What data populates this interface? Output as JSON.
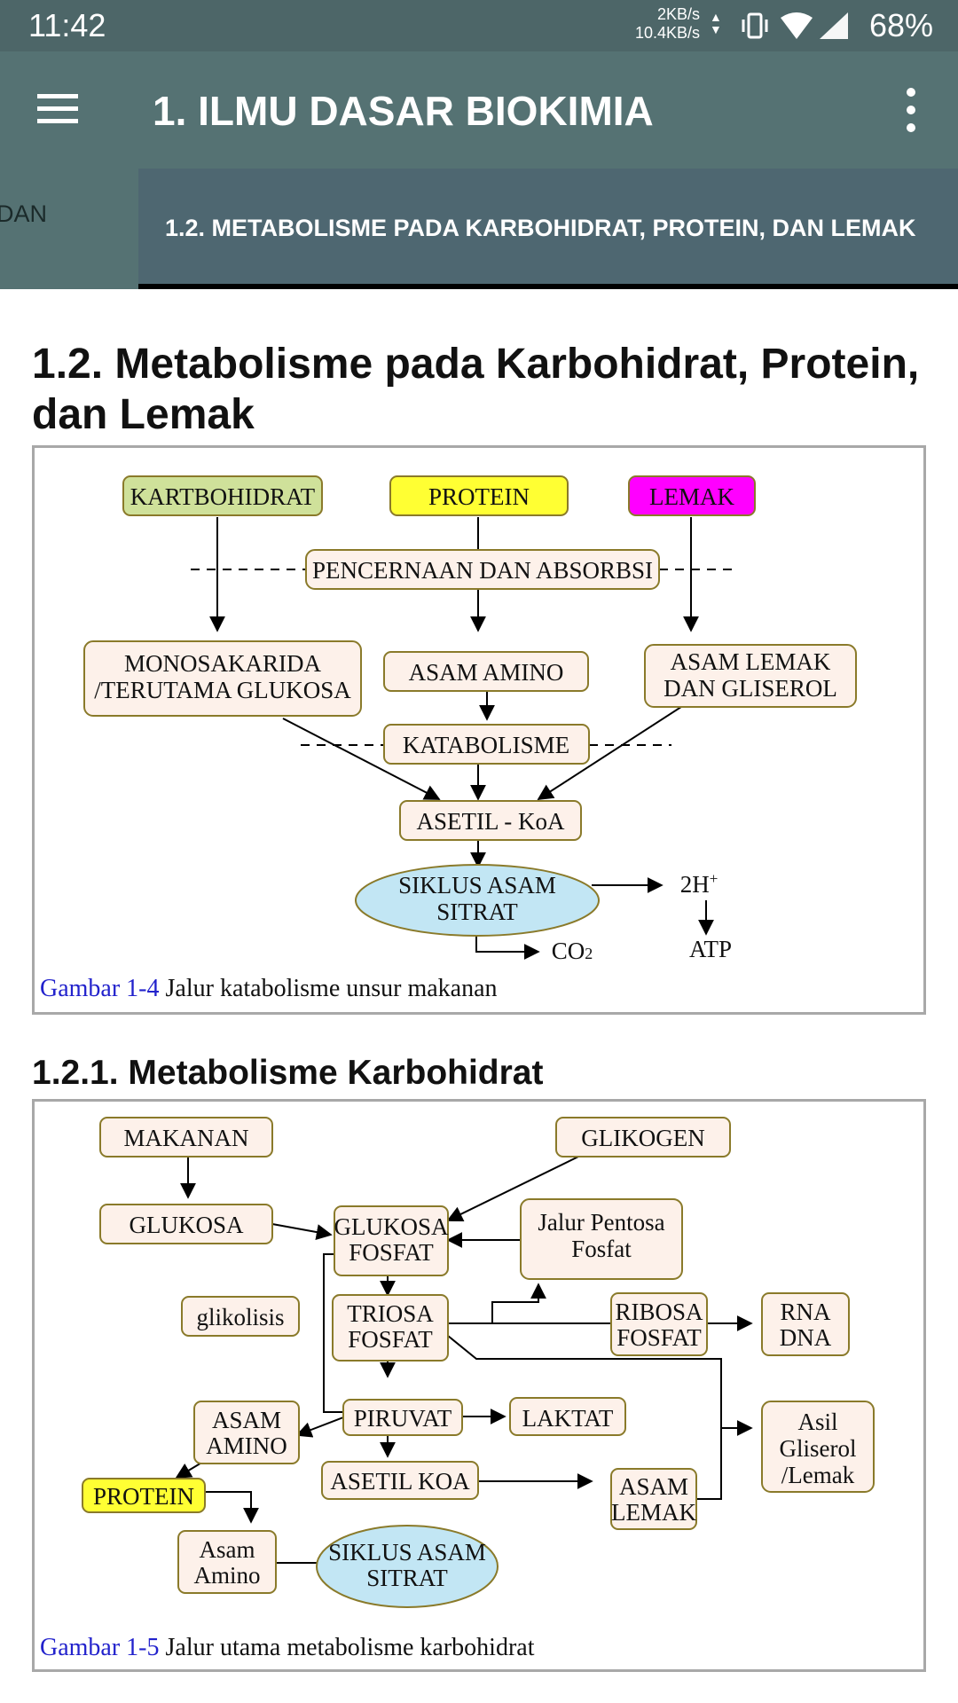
{
  "status_bar": {
    "time": "11:42",
    "net_up": "2KB/s",
    "net_down": "10.4KB/s",
    "battery": "68%"
  },
  "app_bar": {
    "title": "1. ILMU DASAR BIOKIMIA"
  },
  "tabs": {
    "previous_partial": "DAN",
    "active": "1.2. METABOLISME PADA KARBOHIDRAT, PROTEIN, DAN LEMAK"
  },
  "article": {
    "heading": "1.2. Metabolisme pada Karbohidrat, Protein, dan Lemak",
    "subheading": "1.2.1. Metabolisme Karbohidrat"
  },
  "figure1": {
    "caption_ref": "Gambar 1-4",
    "caption_text": " Jalur katabolisme unsur makanan",
    "nodes": {
      "karbohidrat": "KARTBOHIDRAT",
      "protein": "PROTEIN",
      "lemak": "LEMAK",
      "pencernaan": "PENCERNAAN DAN ABSORBSI",
      "mono_1": "MONOSAKARIDA",
      "mono_2": "/TERUTAMA GLUKOSA",
      "asam_amino": "ASAM AMINO",
      "asam_lemak_1": "ASAM LEMAK",
      "asam_lemak_2": "DAN GLISEROL",
      "katabolisme": "KATABOLISME",
      "asetil": "ASETIL - KoA",
      "siklus_1": "SIKLUS ASAM",
      "siklus_2": "SITRAT",
      "h2": "2H",
      "h2_sup": "+",
      "atp": "ATP",
      "co2": "CO",
      "co2_sub": "2"
    },
    "colors": {
      "karbohidrat": "#cfe19a",
      "protein": "#ffff33",
      "lemak": "#ff00ff",
      "box": "#fdf1ea",
      "box_border": "#8a7a2a",
      "ellipse": "#c2e6f4"
    }
  },
  "figure2": {
    "caption_ref": "Gambar 1-5",
    "caption_text": " Jalur utama metabolisme karbohidrat",
    "nodes": {
      "makanan": "MAKANAN",
      "glikogen": "GLIKOGEN",
      "glukosa": "GLUKOSA",
      "glukosa_fosfat_1": "GLUKOSA",
      "glukosa_fosfat_2": "FOSFAT",
      "pentosa_1": "Jalur Pentosa",
      "pentosa_2": "Fosfat",
      "glikolisis": "glikolisis",
      "triosa_1": "TRIOSA",
      "triosa_2": "FOSFAT",
      "ribosa_1": "RIBOSA",
      "ribosa_2": "FOSFAT",
      "rna": "RNA",
      "dna": "DNA",
      "asam_amino_1": "ASAM",
      "asam_amino_2": "AMINO",
      "piruvat": "PIRUVAT",
      "laktat": "LAKTAT",
      "asil_1": "Asil",
      "asil_2": "Gliserol",
      "asil_3": "/Lemak",
      "protein": "PROTEIN",
      "asetil_koa": "ASETIL KOA",
      "asam_lemak_1": "ASAM",
      "asam_lemak_2": "LEMAK",
      "amino_small_1": "Asam",
      "amino_small_2": "Amino",
      "siklus_1": "SIKLUS ASAM",
      "siklus_2": "SITRAT"
    }
  }
}
